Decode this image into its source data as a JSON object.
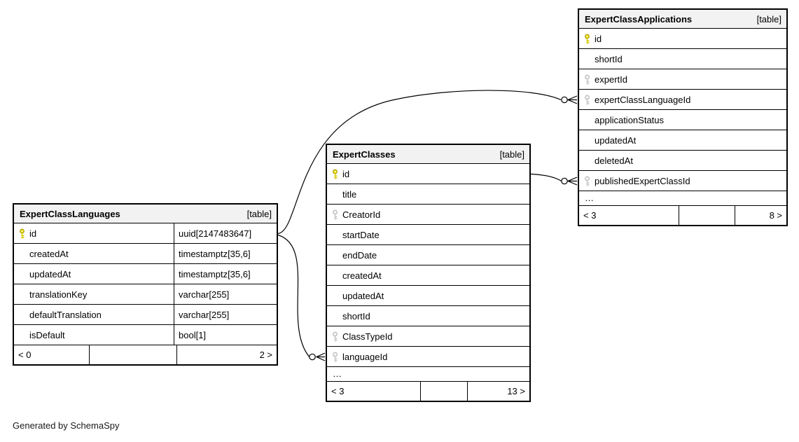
{
  "page": {
    "footer_note": "Generated by SchemaSpy"
  },
  "colors": {
    "table_border": "#000000",
    "header_bg": "#f2f2f2",
    "row_bg": "#ffffff",
    "primary_key": "#f0e000",
    "foreign_key": "#c8c8c8",
    "relationship_line": "#000000"
  },
  "tables": [
    {
      "name": "ExpertClassLanguages",
      "type_label": "[table]",
      "show_types": true,
      "columns": [
        {
          "name": "id",
          "type": "uuid[2147483647]",
          "key": "primary"
        },
        {
          "name": "createdAt",
          "type": "timestamptz[35,6]",
          "key": "none"
        },
        {
          "name": "updatedAt",
          "type": "timestamptz[35,6]",
          "key": "none"
        },
        {
          "name": "translationKey",
          "type": "varchar[255]",
          "key": "none"
        },
        {
          "name": "defaultTranslation",
          "type": "varchar[255]",
          "key": "none"
        },
        {
          "name": "isDefault",
          "type": "bool[1]",
          "key": "none"
        }
      ],
      "footer": {
        "left": "< 0",
        "right": "2 >"
      }
    },
    {
      "name": "ExpertClasses",
      "type_label": "[table]",
      "show_types": false,
      "columns": [
        {
          "name": "id",
          "key": "primary"
        },
        {
          "name": "title",
          "key": "none"
        },
        {
          "name": "CreatorId",
          "key": "foreign"
        },
        {
          "name": "startDate",
          "key": "none"
        },
        {
          "name": "endDate",
          "key": "none"
        },
        {
          "name": "createdAt",
          "key": "none"
        },
        {
          "name": "updatedAt",
          "key": "none"
        },
        {
          "name": "shortId",
          "key": "none"
        },
        {
          "name": "ClassTypeId",
          "key": "foreign"
        },
        {
          "name": "languageId",
          "key": "foreign"
        }
      ],
      "ellipsis": "…",
      "footer": {
        "left": "< 3",
        "right": "13 >"
      }
    },
    {
      "name": "ExpertClassApplications",
      "type_label": "[table]",
      "show_types": false,
      "columns": [
        {
          "name": "id",
          "key": "primary"
        },
        {
          "name": "shortId",
          "key": "none"
        },
        {
          "name": "expertId",
          "key": "foreign"
        },
        {
          "name": "expertClassLanguageId",
          "key": "foreign"
        },
        {
          "name": "applicationStatus",
          "key": "none"
        },
        {
          "name": "updatedAt",
          "key": "none"
        },
        {
          "name": "deletedAt",
          "key": "none"
        },
        {
          "name": "publishedExpertClassId",
          "key": "foreign"
        }
      ],
      "ellipsis": "…",
      "footer": {
        "left": "< 3",
        "right": "8 >"
      }
    }
  ],
  "relationships": [
    {
      "from": "ExpertClassLanguages.id",
      "to": "ExpertClassApplications.expertClassLanguageId"
    },
    {
      "from": "ExpertClassLanguages.id",
      "to": "ExpertClasses.languageId"
    },
    {
      "from": "ExpertClasses.id",
      "to": "ExpertClassApplications.publishedExpertClassId"
    }
  ]
}
